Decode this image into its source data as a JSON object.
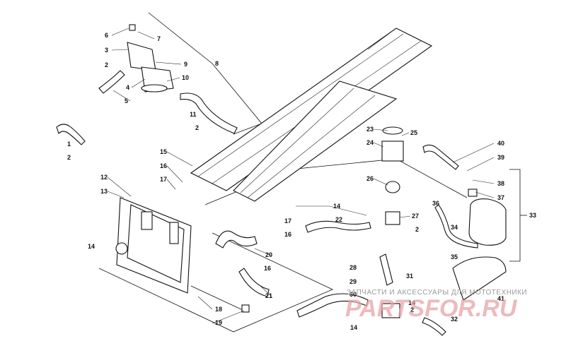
{
  "diagram": {
    "callouts": [
      "1",
      "2",
      "3",
      "4",
      "5",
      "6",
      "7",
      "8",
      "9",
      "10",
      "11",
      "12",
      "13",
      "14",
      "15",
      "16",
      "17",
      "18",
      "19",
      "20",
      "21",
      "22",
      "23",
      "24",
      "25",
      "26",
      "27",
      "28",
      "29",
      "30",
      "31",
      "32",
      "33",
      "34",
      "35",
      "36",
      "37",
      "38",
      "39",
      "40",
      "41"
    ]
  },
  "watermark": {
    "tagline": "ЗАПЧАСТИ И АКСЕССУАРЫ ДЛЯ МОТОТЕХНИКИ",
    "brand": "PARTSFOR.RU"
  }
}
